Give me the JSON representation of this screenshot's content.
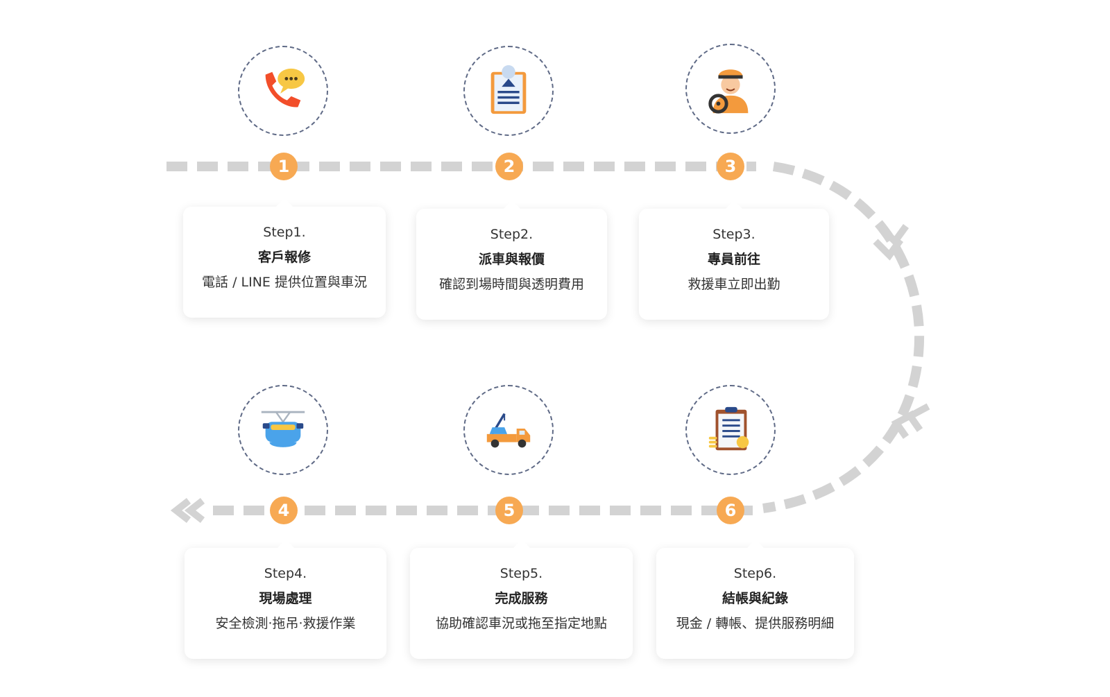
{
  "steps": [
    {
      "number": "1",
      "step": "Step1.",
      "title": "客戶報修",
      "desc": "電話 / LINE 提供位置與車況",
      "icon": "phone-chat-icon"
    },
    {
      "number": "2",
      "step": "Step2.",
      "title": "派車與報價",
      "desc": "確認到場時間與透明費用",
      "icon": "clipboard-icon"
    },
    {
      "number": "3",
      "step": "Step3.",
      "title": "專員前往",
      "desc": "救援車立即出勤",
      "icon": "driver-icon"
    },
    {
      "number": "4",
      "step": "Step4.",
      "title": "現場處理",
      "desc": "安全檢測·拖吊·救援作業",
      "icon": "lifted-car-icon"
    },
    {
      "number": "5",
      "step": "Step5.",
      "title": "完成服務",
      "desc": "協助確認車況或拖至指定地點",
      "icon": "tow-truck-icon"
    },
    {
      "number": "6",
      "step": "Step6.",
      "title": "結帳與紀錄",
      "desc": "現金 / 轉帳、提供服務明細",
      "icon": "invoice-icon"
    }
  ],
  "colors": {
    "badge": "#f7a953",
    "path": "#d3d3d3",
    "circle_border": "#5f6a86",
    "card_bg": "#ffffff"
  }
}
